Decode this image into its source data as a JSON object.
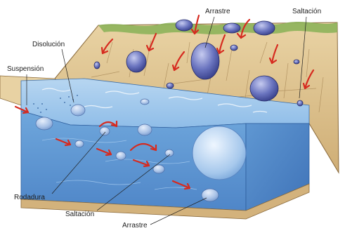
{
  "labels": {
    "arrastre_top": "Arrastre",
    "saltacion_top": "Saltación",
    "disolucion": "Disolución",
    "suspension": "Suspensión",
    "rodadura": "Rodadura",
    "saltacion_bottom": "Saltación",
    "arrastre_bottom": "Arrastre"
  }
}
